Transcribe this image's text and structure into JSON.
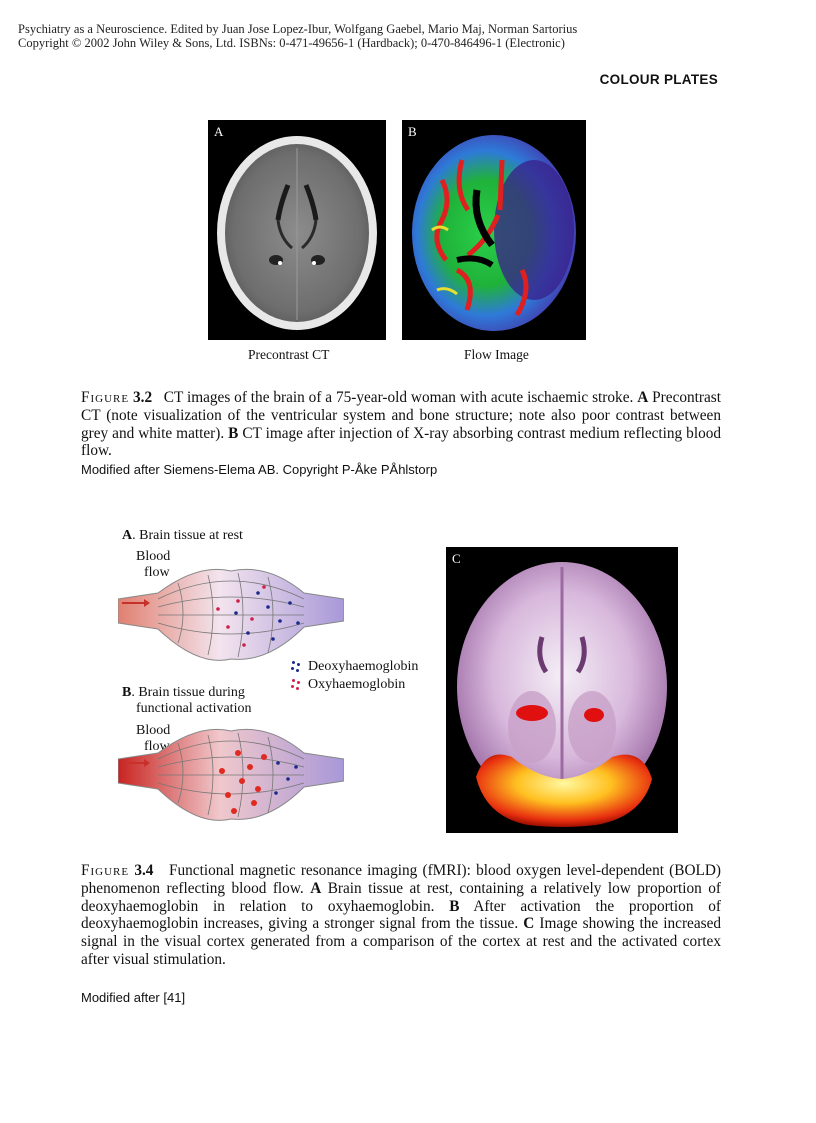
{
  "header": {
    "line1": "Psychiatry as a Neuroscience. Edited by Juan Jose Lopez-Ibur, Wolfgang Gaebel, Mario Maj, Norman Sartorius",
    "line2": "Copyright © 2002 John Wiley & Sons, Ltd. ISBNs: 0-471-49656-1 (Hardback); 0-470-846496-1 (Electronic)"
  },
  "section_title": "COLOUR PLATES",
  "figure32": {
    "panel_a_letter": "A",
    "panel_b_letter": "B",
    "caption_a": "Precontrast CT",
    "caption_b": "Flow Image",
    "label": "Figure",
    "number": "3.2",
    "caption_intro": "CT images of the brain of a 75-year-old woman with acute ischaemic stroke.",
    "bold_a": "A",
    "text_a": "Precontrast CT (note visualization of the ventricular system and bone structure; note also poor contrast between grey and white matter).",
    "bold_b": "B",
    "text_b": "CT image after injection of X-ray absorbing contrast medium reflecting blood flow.",
    "credit": "Modified after Siemens-Elema AB. Copyright P-Åke PÅhlstorp"
  },
  "figure34": {
    "a_letter": "A",
    "a_title": ". Brain tissue at rest",
    "blood_flow_line1": "Blood",
    "blood_flow_line2": "flow",
    "b_letter": "B",
    "b_title_line1": ". Brain tissue during",
    "b_title_line2": "functional activation",
    "legend_deoxy": "Deoxyhaemoglobin",
    "legend_oxy": "Oxyhaemoglobin",
    "panel_c_letter": "C",
    "label": "Figure",
    "number": "3.4",
    "caption_intro": "Functional magnetic resonance imaging (fMRI): blood oxygen level-dependent (BOLD) phenomenon reflecting blood flow.",
    "bold_a": "A",
    "text_a": "Brain tissue at rest, containing a relatively low proportion of deoxyhaemoglobin in relation to oxyhaemoglobin.",
    "bold_b": "B",
    "text_b": "After activation the proportion of deoxyhaemoglobin increases, giving a stronger signal from the tissue.",
    "bold_c": "C",
    "text_c": "Image showing the increased signal in the visual cortex generated from a comparison of the cortex at rest and the activated cortex after visual stimulation.",
    "credit": "Modified after [41]"
  },
  "colors": {
    "deoxy": "#1a2a8a",
    "oxy": "#d0204a",
    "arterial": "#c8302a",
    "venous": "#8878c8"
  }
}
